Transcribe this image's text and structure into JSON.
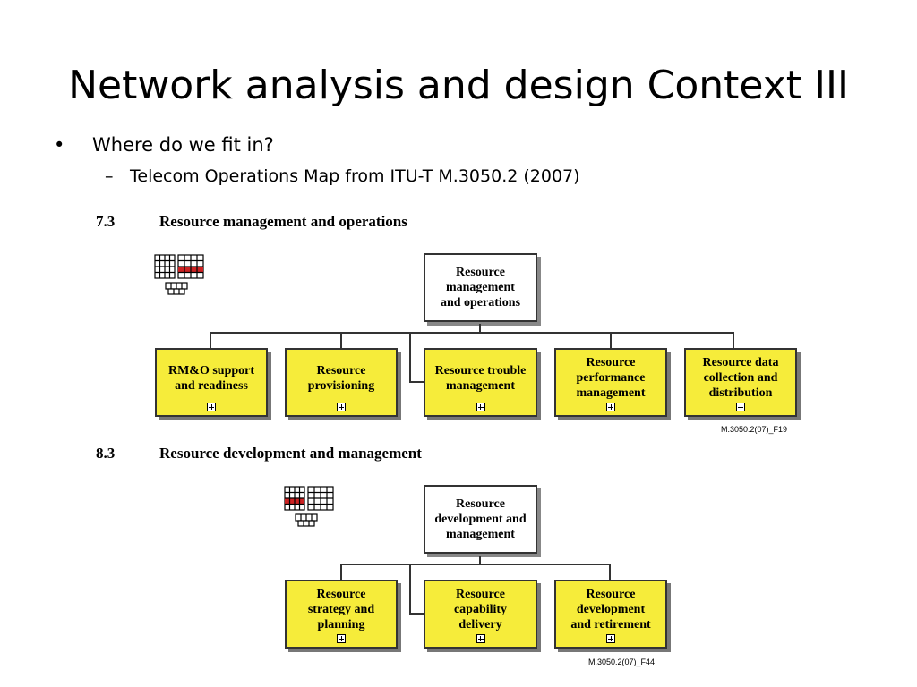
{
  "title": "Network analysis and design Context III",
  "bullets": [
    {
      "mark": "•",
      "text": "Where do we fit in?"
    },
    {
      "mark": "–",
      "text": "Telecom Operations Map from ITU-T M.3050.2 (2007)"
    }
  ],
  "sections": [
    {
      "number": "7.3",
      "title": "Resource management and operations",
      "parent": "Resource\nmanagement\nand operations",
      "children": [
        "RM&O support\nand readiness",
        "Resource\nprovisioning",
        "Resource trouble\nmanagement",
        "Resource\nperformance\nmanagement",
        "Resource data\ncollection and\ndistribution"
      ],
      "figure_ref": "M.3050.2(07)_F19",
      "icon": "process-grid-icon"
    },
    {
      "number": "8.3",
      "title": "Resource development and management",
      "parent": "Resource\ndevelopment and\nmanagement",
      "children": [
        "Resource\nstrategy and\nplanning",
        "Resource\ncapability\ndelivery",
        "Resource\ndevelopment\nand retirement"
      ],
      "figure_ref": "M.3050.2(07)_F44",
      "icon": "process-grid-icon"
    }
  ],
  "colors": {
    "child_box": "#f6ec3a",
    "highlight": "#cc2222",
    "border": "#333333"
  }
}
